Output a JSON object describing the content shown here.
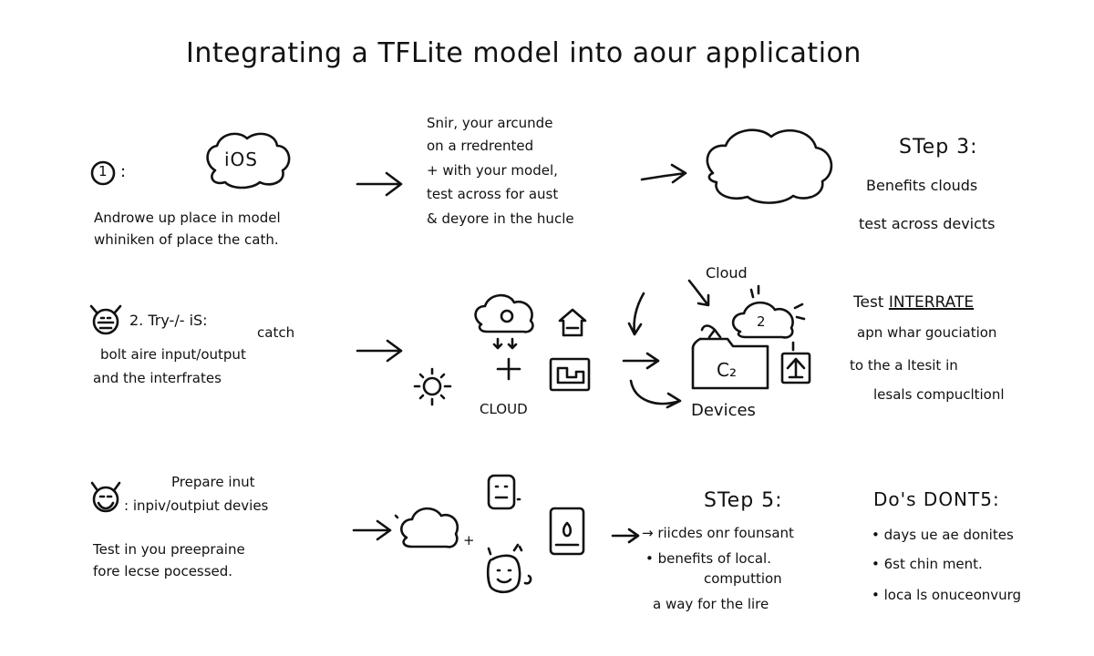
{
  "title": "Integrating a TFLite model into aour application",
  "row1": {
    "step_num": "1",
    "step_colon": ":",
    "ios_label": "iOS",
    "desc_lines": [
      "Androwe up place in model",
      "whiniken of place the cath."
    ],
    "mid_lines": [
      "Snir, your arcunde",
      "on a rredrented",
      "+ with your model,",
      "test across for aust",
      "& deyore in the hucle"
    ],
    "step3_title": "STep 3:",
    "step3_lines": [
      "Benefits clouds",
      "test across devicts"
    ]
  },
  "row2": {
    "step_label": "2. Try-/- iS:",
    "catch_word": "catch",
    "desc_lines": [
      "bolt aire input/output",
      "and the interfrates"
    ],
    "plus_sign": "+",
    "cloud_caption": "CLOUD",
    "cloud_label": "Cloud",
    "cloud_number": "2",
    "box_label": "C₂",
    "devices_label": "Devices",
    "right_prefix": "Test ",
    "right_underlined": "INTERRATE",
    "right_lines": [
      "apn whar gouciation",
      "to the a ltesit in",
      "lesals compucltionl"
    ]
  },
  "row3": {
    "desc_title": "Prepare inut",
    "desc_colon_line": ": inpiv/outpiut devies",
    "desc_lines": [
      "Test in you preepraine",
      "fore lecse pocessed."
    ],
    "plus_small": "+",
    "step5_title": "STep 5:",
    "step5_lines": [
      "→ riicdes onr founsant",
      "• benefits of local.",
      "computtion",
      "a way for the lire"
    ],
    "dos_title": "Do's DONT5:",
    "dos_lines": [
      "• days ue ae donites",
      "• 6st chin ment.",
      "• loca ls onuceonvurg"
    ]
  }
}
